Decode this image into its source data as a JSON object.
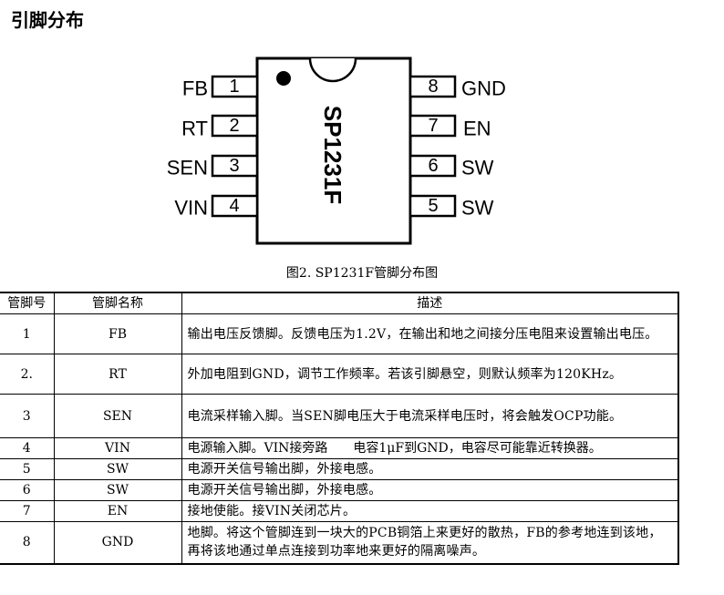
{
  "heading": "引脚分布",
  "chip": {
    "part_number": "SP1231F",
    "left_pins": [
      {
        "name": "FB",
        "number": "1"
      },
      {
        "name": "RT",
        "number": "2"
      },
      {
        "name": "SEN",
        "number": "3"
      },
      {
        "name": "VIN",
        "number": "4"
      }
    ],
    "right_pins": [
      {
        "name": "GND",
        "number": "8"
      },
      {
        "name": "EN",
        "number": "7"
      },
      {
        "name": "SW",
        "number": "6"
      },
      {
        "name": "SW",
        "number": "5"
      }
    ]
  },
  "caption": "图2. SP1231F管脚分布图",
  "table": {
    "headers": [
      "管脚号",
      "管脚名称",
      "描述"
    ],
    "rows": [
      {
        "num": "1",
        "name": "FB",
        "desc": "输出电压反馈脚。反馈电压为1.2V，在输出和地之间接分压电阻来设置输出电压。"
      },
      {
        "num": "2.",
        "name": "RT",
        "desc": "外加电阻到GND，调节工作频率。若该引脚悬空，则默认频率为120KHz。"
      },
      {
        "num": "3",
        "name": "SEN",
        "desc": "电流采样输入脚。当SEN脚电压大于电流采样电压时，将会触发OCP功能。"
      },
      {
        "num": "4",
        "name": "VIN",
        "desc": "电源输入脚。VIN接旁路　　电容1μF到GND，电容尽可能靠近转换器。"
      },
      {
        "num": "5",
        "name": "SW",
        "desc": "电源开关信号输出脚，外接电感。"
      },
      {
        "num": "6",
        "name": "SW",
        "desc": "电源开关信号输出脚，外接电感。"
      },
      {
        "num": "7",
        "name": "EN",
        "desc": "接地使能。接VIN关闭芯片。"
      },
      {
        "num": "8",
        "name": "GND",
        "desc": "地脚。将这个管脚连到一块大的PCB铜箔上来更好的散热，FB的参考地连到该地，再将该地通过单点连接到功率地来更好的隔离噪声。"
      }
    ]
  }
}
